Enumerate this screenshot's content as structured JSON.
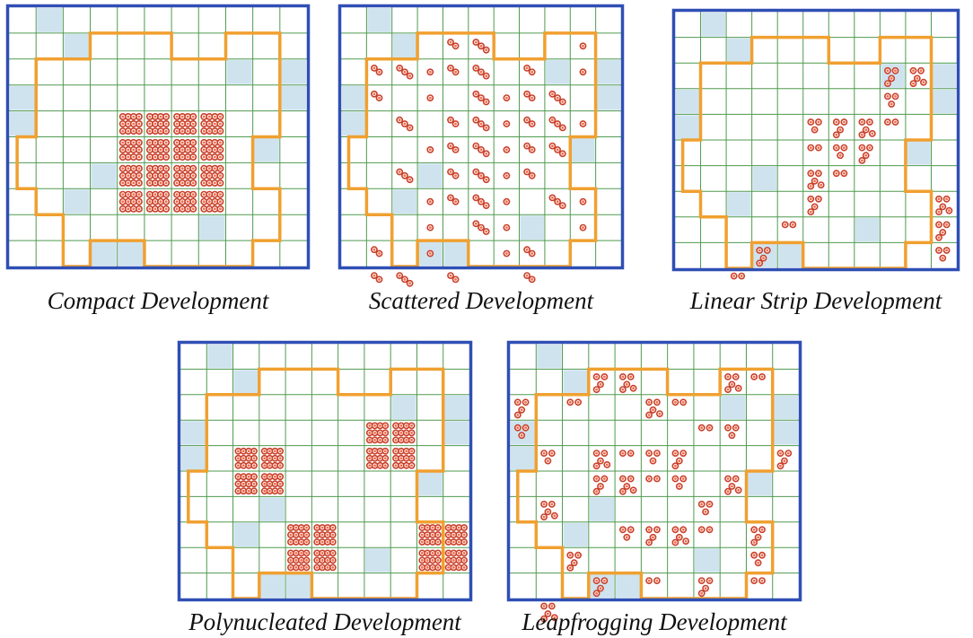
{
  "colors": {
    "frame": "#2f4fb4",
    "grid": "#4f9a4f",
    "boundary": "#f0a030",
    "water": "#cfe3ef",
    "dot_fill": "#f46a4a",
    "dot_ring": "#c8402a",
    "caption": "#111111"
  },
  "panels": [
    {
      "id": "compact",
      "caption": "Compact Development",
      "grid": {
        "cols": 11,
        "rows": 10
      },
      "pattern": "compact"
    },
    {
      "id": "scattered",
      "caption": "Scattered Development",
      "grid": {
        "cols": 11,
        "rows": 10
      },
      "pattern": "scattered"
    },
    {
      "id": "linear-strip",
      "caption": "Linear Strip Development",
      "grid": {
        "cols": 11,
        "rows": 10
      },
      "pattern": "linear"
    },
    {
      "id": "polynucleated",
      "caption": "Polynucleated Development",
      "grid": {
        "cols": 11,
        "rows": 10
      },
      "pattern": "poly"
    },
    {
      "id": "leapfrogging",
      "caption": "Leapfrogging Development",
      "grid": {
        "cols": 11,
        "rows": 10
      },
      "pattern": "leap"
    }
  ]
}
